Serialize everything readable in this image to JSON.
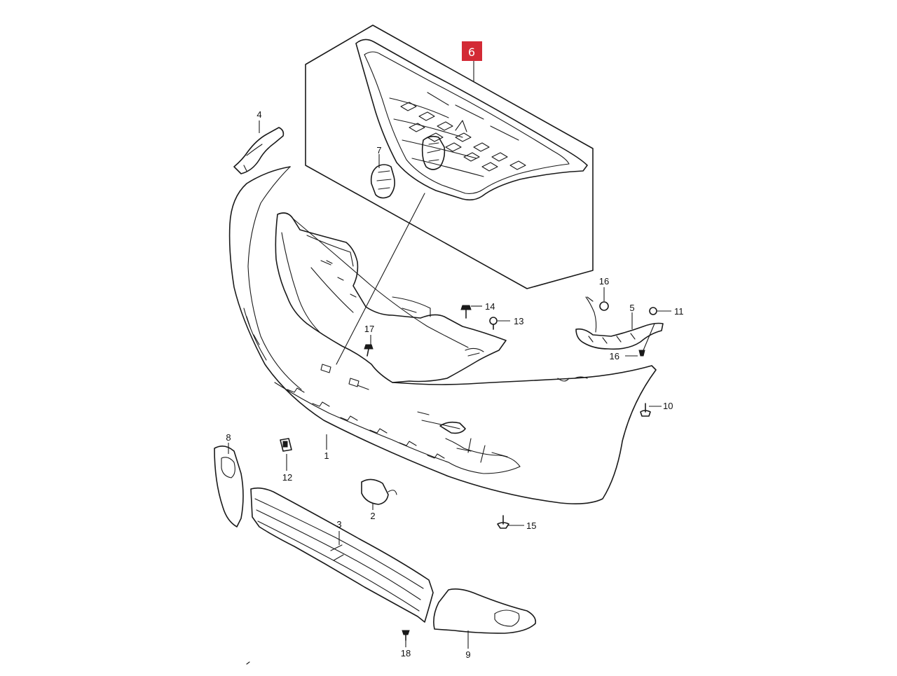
{
  "diagram": {
    "highlight_color": "#d32a35",
    "line_color": "#1a1a1a",
    "background": "#ffffff",
    "highlighted_callout": "6",
    "callouts": [
      "1",
      "2",
      "3",
      "4",
      "5",
      "6",
      "7",
      "8",
      "9",
      "10",
      "11",
      "12",
      "13",
      "14",
      "15",
      "16",
      "16",
      "17",
      "18"
    ]
  }
}
